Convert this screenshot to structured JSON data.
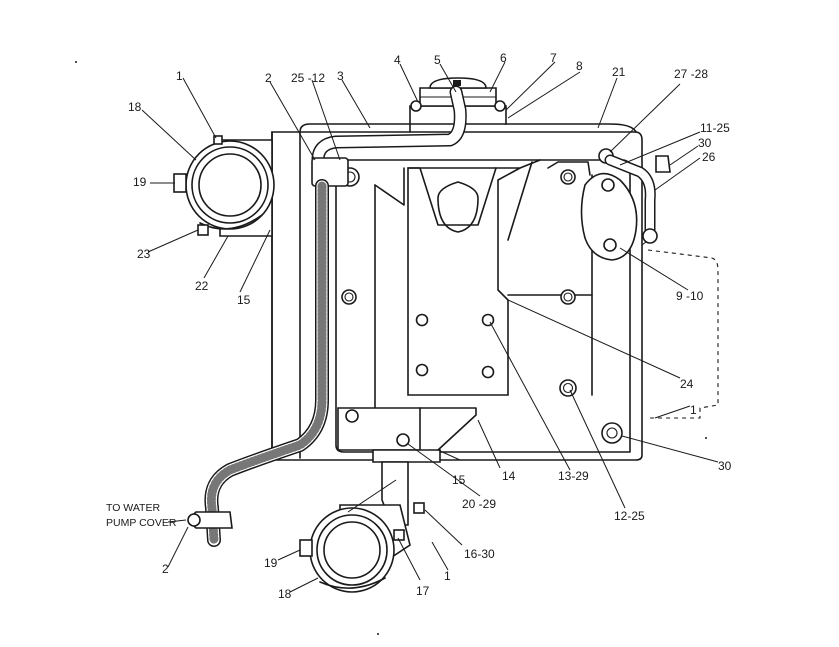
{
  "diagram": {
    "note_lines": [
      "TO WATER",
      "PUMP COVER"
    ],
    "callouts": {
      "c1_top": "1",
      "c2_top": "2",
      "c25_12": "25 -12",
      "c3": "3",
      "c4": "4",
      "c5": "5",
      "c6": "6",
      "c7": "7",
      "c8": "8",
      "c21": "21",
      "c27_28": "27 -28",
      "c11_25": "11-25",
      "c30_top": "30",
      "c26": "26",
      "c18_top": "18",
      "c19_top": "19",
      "c23": "23",
      "c22": "22",
      "c15_left": "15",
      "c9_10": "9 -10",
      "c24": "24",
      "c1_right": "1",
      "c30_right": "30",
      "c13_29": "13-29",
      "c12_25": "12-25",
      "c14": "14",
      "c15_bottom": "15",
      "c20_29": "20  -29",
      "c16_30": "16-30",
      "c2_bottom": "2",
      "c19_bottom": "19",
      "c18_bottom": "18",
      "c17": "17",
      "c1_bottom": "1"
    }
  }
}
